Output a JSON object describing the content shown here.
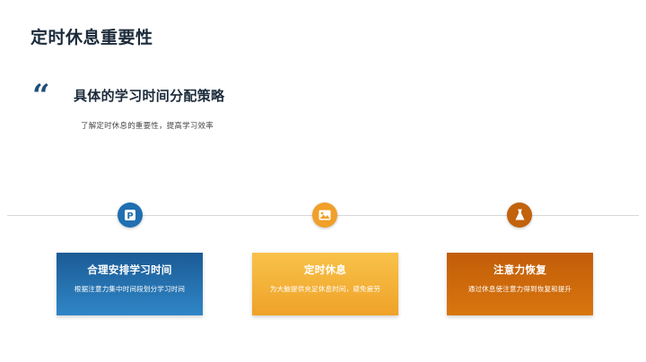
{
  "slide": {
    "title": "定时休息重要性",
    "subtitle": "具体的学习时间分配策略",
    "description": "了解定时休息的重要性，提高学习效率",
    "quote_icon": "quote-mark-icon"
  },
  "timeline": {
    "items": [
      {
        "icon": "parking-sign-icon",
        "node_color": "#1f6fb2",
        "card_color_from": "#1b5b96",
        "card_color_to": "#2f86c6",
        "title": "合理安排学习时间",
        "body": "根据注意力集中时间段划分学习时间"
      },
      {
        "icon": "image-photo-icon",
        "node_color": "#f0a029",
        "card_color_from": "#f6b93b",
        "card_color_to": "#f0a72a",
        "title": "定时休息",
        "body": "为大脑提供充足休息时间，避免疲劳"
      },
      {
        "icon": "flask-lab-icon",
        "node_color": "#c2620c",
        "card_color_from": "#c25d08",
        "card_color_to": "#d9760f",
        "title": "注意力恢复",
        "body": "通过休息使注意力得到恢复和提升"
      }
    ]
  }
}
